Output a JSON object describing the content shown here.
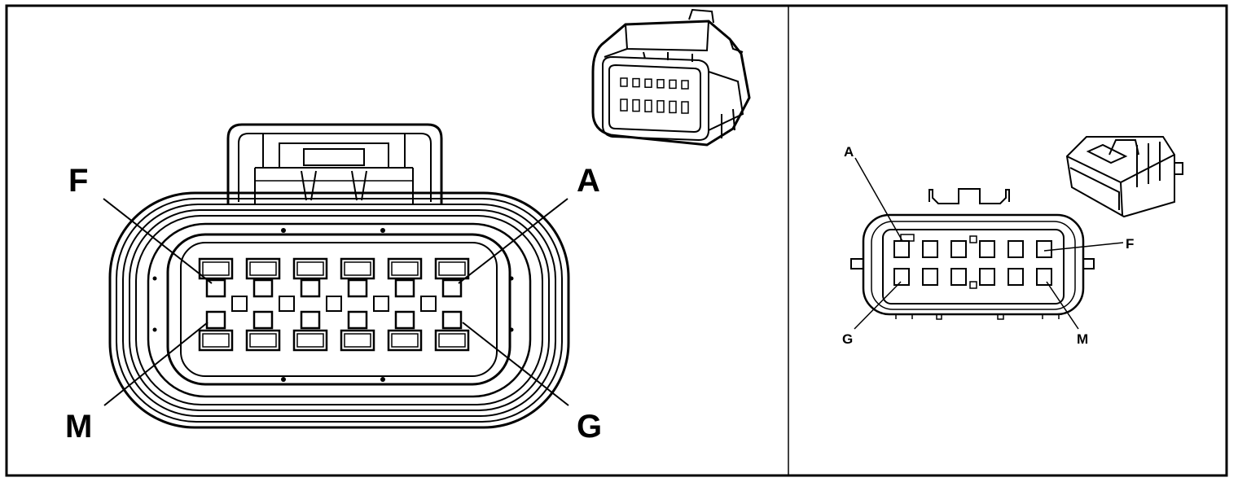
{
  "left_view": {
    "pin_labels": {
      "top_left": "F",
      "top_right": "A",
      "bottom_left": "M",
      "bottom_right": "G"
    },
    "cavity_count": 12,
    "icon": "connector-harness-3d-icon"
  },
  "right_view": {
    "pin_labels": {
      "top_left": "A",
      "top_right": "F",
      "bottom_left": "G",
      "bottom_right": "M"
    },
    "cavity_count": 12,
    "icon": "connector-mating-3d-icon"
  },
  "colors": {
    "line": "#000000",
    "background": "#ffffff"
  }
}
